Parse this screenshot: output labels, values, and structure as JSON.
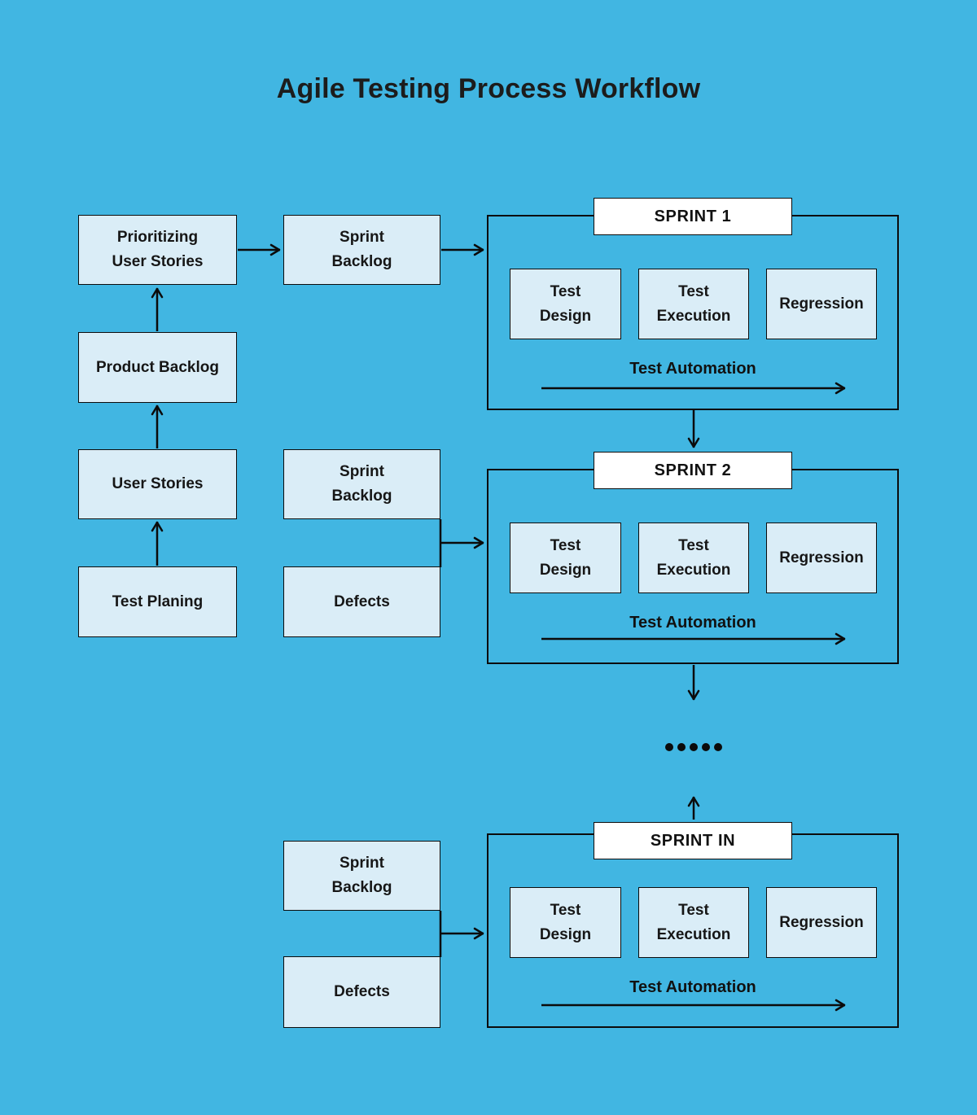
{
  "title": "Agile Testing Process Workflow",
  "colors": {
    "background": "#41B6E2",
    "node_fill": "#DAEDF7",
    "sprint_label_fill": "#FFFFFF",
    "line": "#0B0B0B",
    "text": "#161616"
  },
  "flow": {
    "prioritizing_user_stories": "Prioritizing\nUser Stories",
    "product_backlog": "Product Backlog",
    "user_stories": "User Stories",
    "test_planing": "Test Planing"
  },
  "backlog_column": {
    "sprint_backlog_1": "Sprint\nBacklog",
    "sprint_backlog_2": "Sprint\nBacklog",
    "defects_1": "Defects",
    "sprint_backlog_3": "Sprint\nBacklog",
    "defects_2": "Defects"
  },
  "sprints": [
    {
      "name": "SPRINT 1",
      "task_boxes": [
        "Test\nDesign",
        "Test\nExecution",
        "Regression"
      ],
      "automation_label": "Test Automation"
    },
    {
      "name": "SPRINT 2",
      "task_boxes": [
        "Test\nDesign",
        "Test\nExecution",
        "Regression"
      ],
      "automation_label": "Test Automation"
    },
    {
      "name": "SPRINT IN",
      "task_boxes": [
        "Test\nDesign",
        "Test\nExecution",
        "Regression"
      ],
      "automation_label": "Test Automation"
    }
  ],
  "continuation_dots": 5
}
